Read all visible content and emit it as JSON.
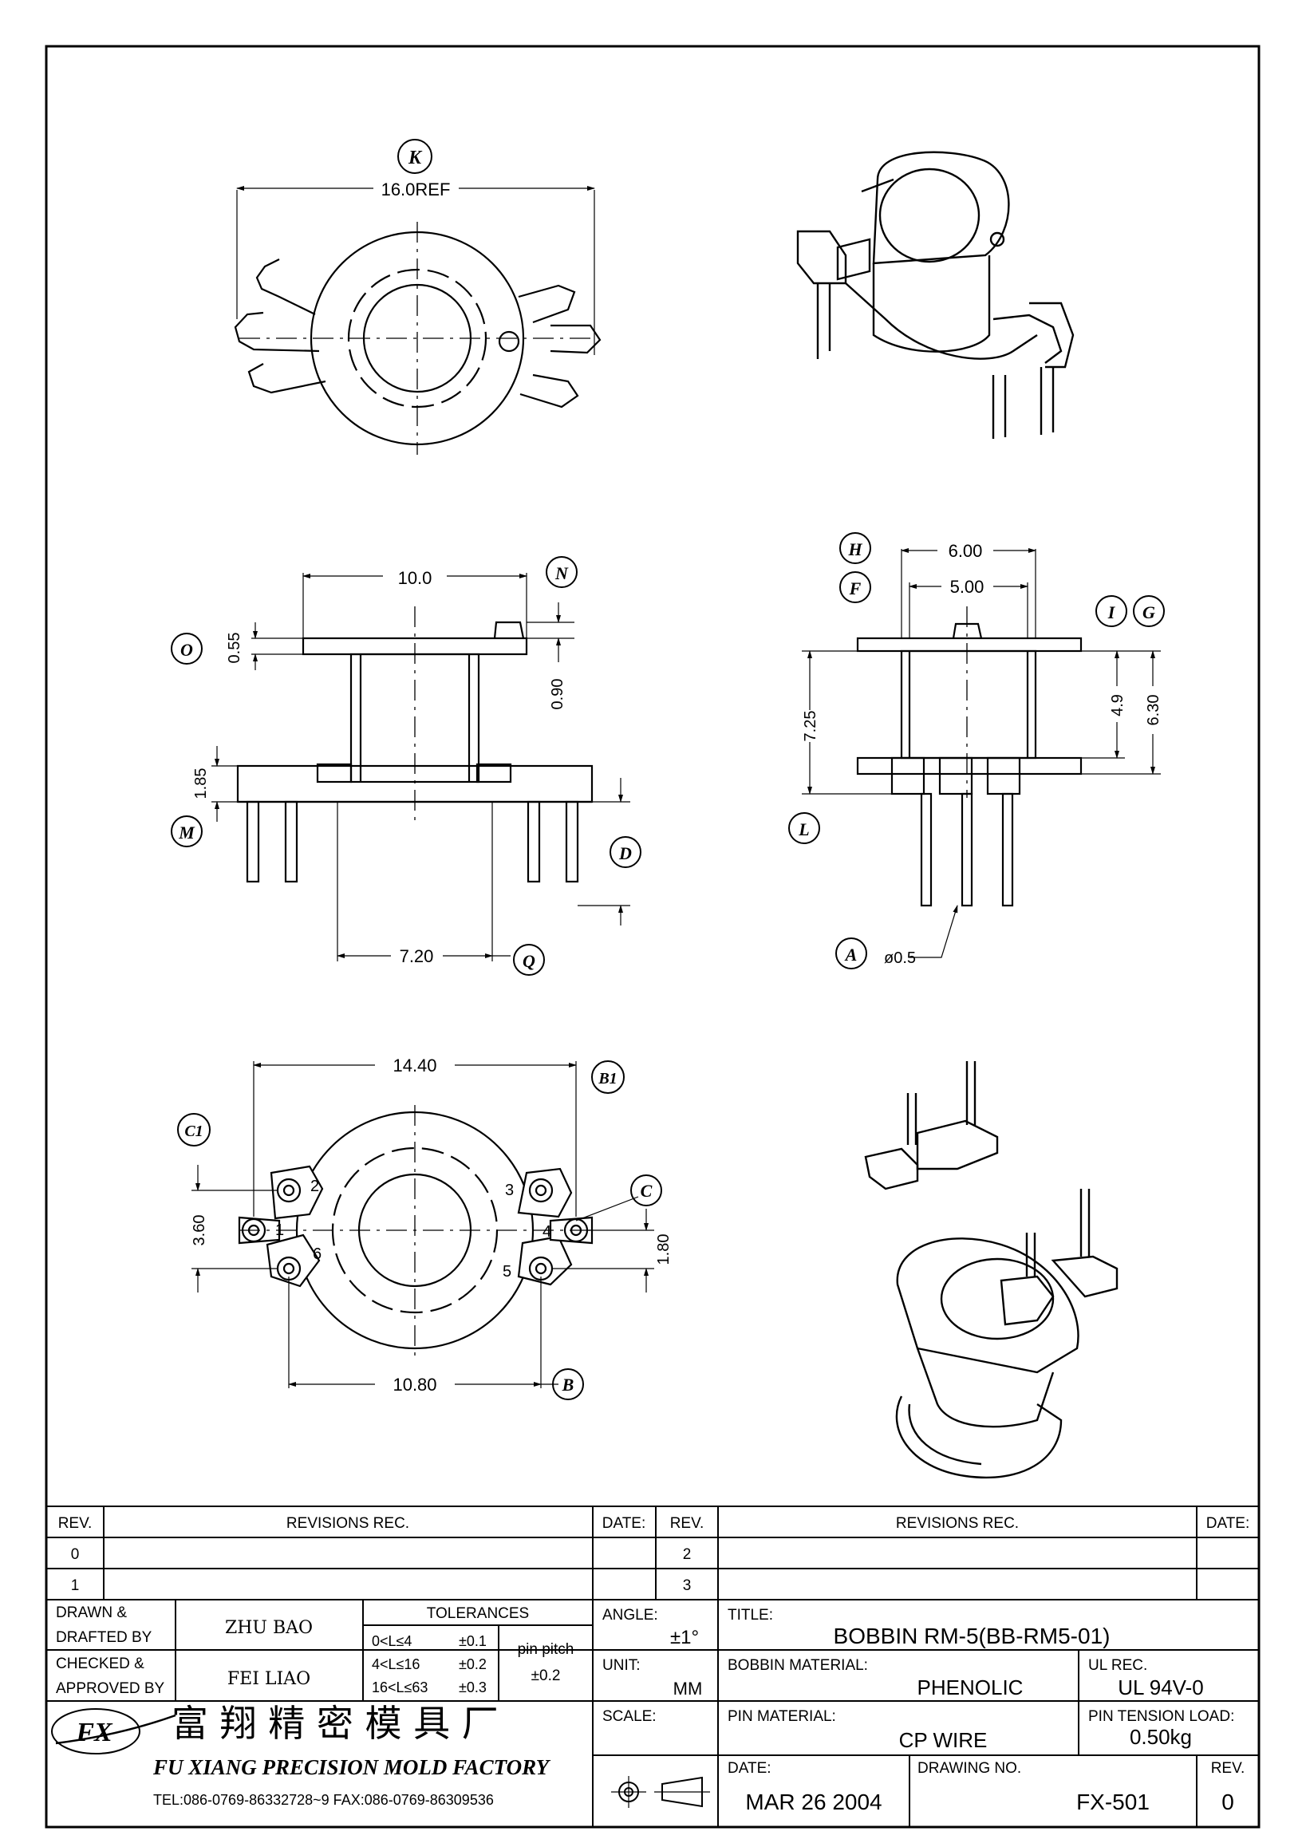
{
  "dims": {
    "top": {
      "width": "16.0REF"
    },
    "front": {
      "upper_width": "10.0",
      "flange": "0.55",
      "gap": "0.90",
      "base": "1.85",
      "pin_span": "7.20"
    },
    "side": {
      "outer": "6.00",
      "inner": "5.00",
      "height": "7.25",
      "window": "4.9",
      "total": "6.30",
      "pin_dia": "ø0.5"
    },
    "bottom": {
      "width": "14.40",
      "pitch_v": "3.60",
      "pitch_v2": "1.80",
      "base_width": "10.80"
    }
  },
  "pin_numbers": [
    "1",
    "2",
    "3",
    "4",
    "5",
    "6"
  ],
  "callouts": {
    "K": "K",
    "N": "N",
    "O": "O",
    "M": "M",
    "D": "D",
    "Q": "Q",
    "H": "H",
    "F": "F",
    "I": "I",
    "G": "G",
    "L": "L",
    "A": "A",
    "B1": "B1",
    "C1": "C1",
    "C": "C",
    "B": "B"
  },
  "revisions": {
    "h_rev": "REV.",
    "h_rec": "REVISIONS   REC.",
    "h_date": "DATE:",
    "rows_left": [
      "0",
      "1"
    ],
    "rows_right": [
      "2",
      "3"
    ]
  },
  "title_block": {
    "drawn_label_1": "DRAWN &",
    "drawn_label_2": "DRAFTED BY",
    "drawn_by": "ZHU   BAO",
    "checked_label_1": "CHECKED &",
    "checked_label_2": "APPROVED BY",
    "checked_by": "FEI LIAO",
    "tolerances_header": "TOLERANCES",
    "tol_rows": [
      {
        "range": "0<L≤4",
        "tol": "±0.1"
      },
      {
        "range": "4<L≤16",
        "tol": "±0.2"
      },
      {
        "range": "16<L≤63",
        "tol": "±0.3"
      }
    ],
    "pin_pitch_label": "pin  pitch",
    "pin_pitch_tol": "±0.2",
    "angle_label": "ANGLE:",
    "angle_value": "±1°",
    "unit_label": "UNIT:",
    "unit_value": "MM",
    "scale_label": "SCALE:",
    "title_label": "TITLE:",
    "title_value": "BOBBIN  RM-5(BB-RM5-01)",
    "material_label": "BOBBIN MATERIAL:",
    "material_value": "PHENOLIC",
    "ul_label": "UL REC.",
    "ul_value": "UL  94V-0",
    "pin_material_label": "PIN MATERIAL:",
    "pin_material_value": "CP  WIRE",
    "pin_tension_label": "PIN  TENSION  LOAD:",
    "pin_tension_value": "0.50kg",
    "date_label": "DATE:",
    "date_value": "MAR  26  2004",
    "drawing_no_label": "DRAWING NO.",
    "drawing_no_value": "FX-501",
    "rev_label": "REV.",
    "rev_value": "0"
  },
  "company": {
    "logo_text": "FX",
    "cn_name": "富 翔 精 密 模 具 厂",
    "en_name": "FU  XIANG  PRECISION  MOLD  FACTORY",
    "contact": "TEL:086-0769-86332728~9   FAX:086-0769-86309536"
  }
}
